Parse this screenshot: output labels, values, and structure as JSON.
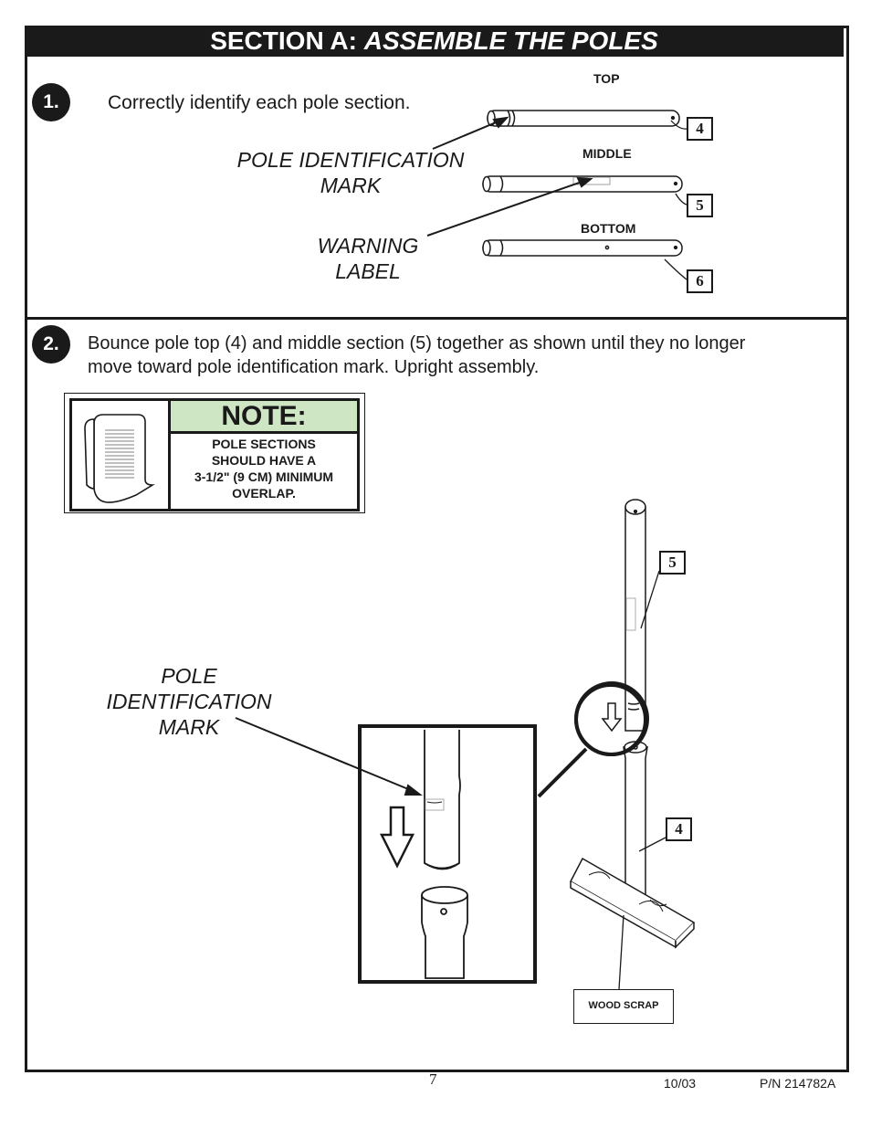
{
  "header": {
    "prefix": "SECTION A:",
    "title": "ASSEMBLE THE POLES"
  },
  "step1": {
    "badge": "1.",
    "instruction": "Correctly identify each pole section.",
    "callout_pole_mark": [
      "POLE IDENTIFICATION",
      "MARK"
    ],
    "callout_warning": [
      "WARNING",
      "LABEL"
    ],
    "poles": [
      {
        "label": "TOP",
        "part": "4"
      },
      {
        "label": "MIDDLE",
        "part": "5"
      },
      {
        "label": "BOTTOM",
        "part": "6"
      }
    ]
  },
  "step2": {
    "badge": "2.",
    "instruction_line1": "Bounce pole top (4) and middle section (5) together as shown until they no longer",
    "instruction_line2": "move toward pole identification mark. Upright assembly.",
    "note_title": "NOTE:",
    "note_lines": [
      "POLE SECTIONS",
      "SHOULD HAVE A",
      "3-1/2\" (9 CM) MINIMUM",
      "OVERLAP."
    ],
    "callout_pole_mark": [
      "POLE",
      "IDENTIFICATION",
      "MARK"
    ],
    "part_upper": "5",
    "part_lower": "4",
    "wood_label": "WOOD SCRAP"
  },
  "footer": {
    "page": "7",
    "date": "10/03",
    "part_number": "P/N 214782A"
  },
  "colors": {
    "note_fill": "#cfe6c4",
    "ink": "#1a1a1a"
  }
}
